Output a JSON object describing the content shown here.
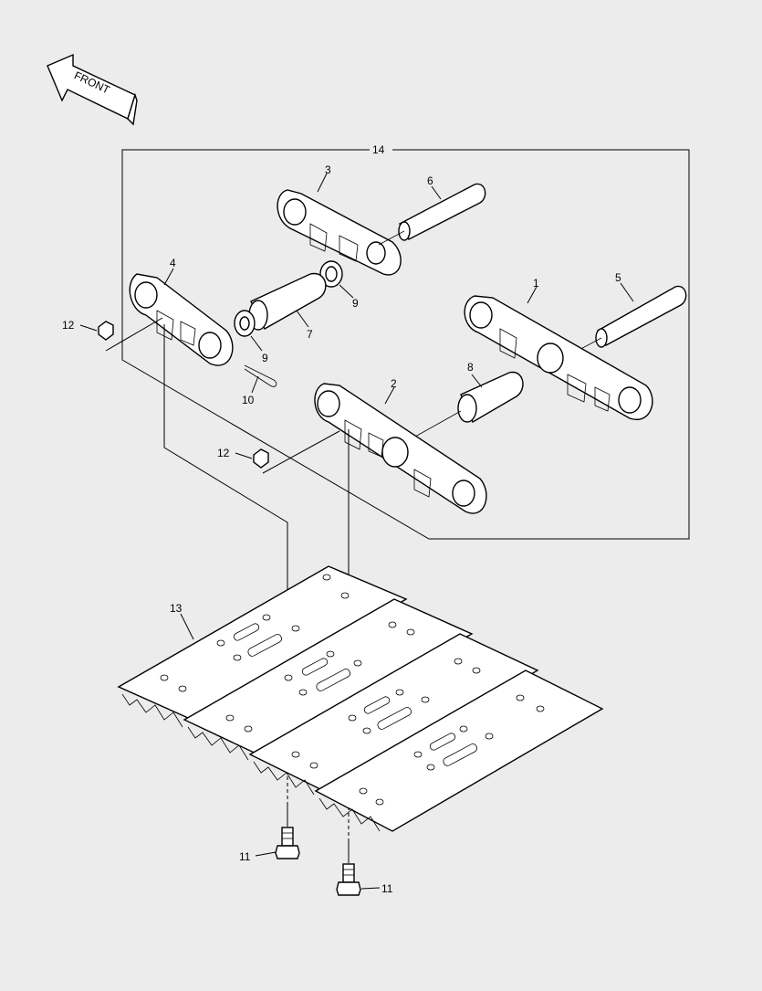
{
  "front_label": "FRONT",
  "callouts": {
    "c1": "1",
    "c2": "2",
    "c3": "3",
    "c4": "4",
    "c5": "5",
    "c6": "6",
    "c7": "7",
    "c8": "8",
    "c9a": "9",
    "c9b": "9",
    "c10": "10",
    "c11a": "11",
    "c11b": "11",
    "c12a": "12",
    "c12b": "12",
    "c13": "13",
    "c14": "14"
  }
}
